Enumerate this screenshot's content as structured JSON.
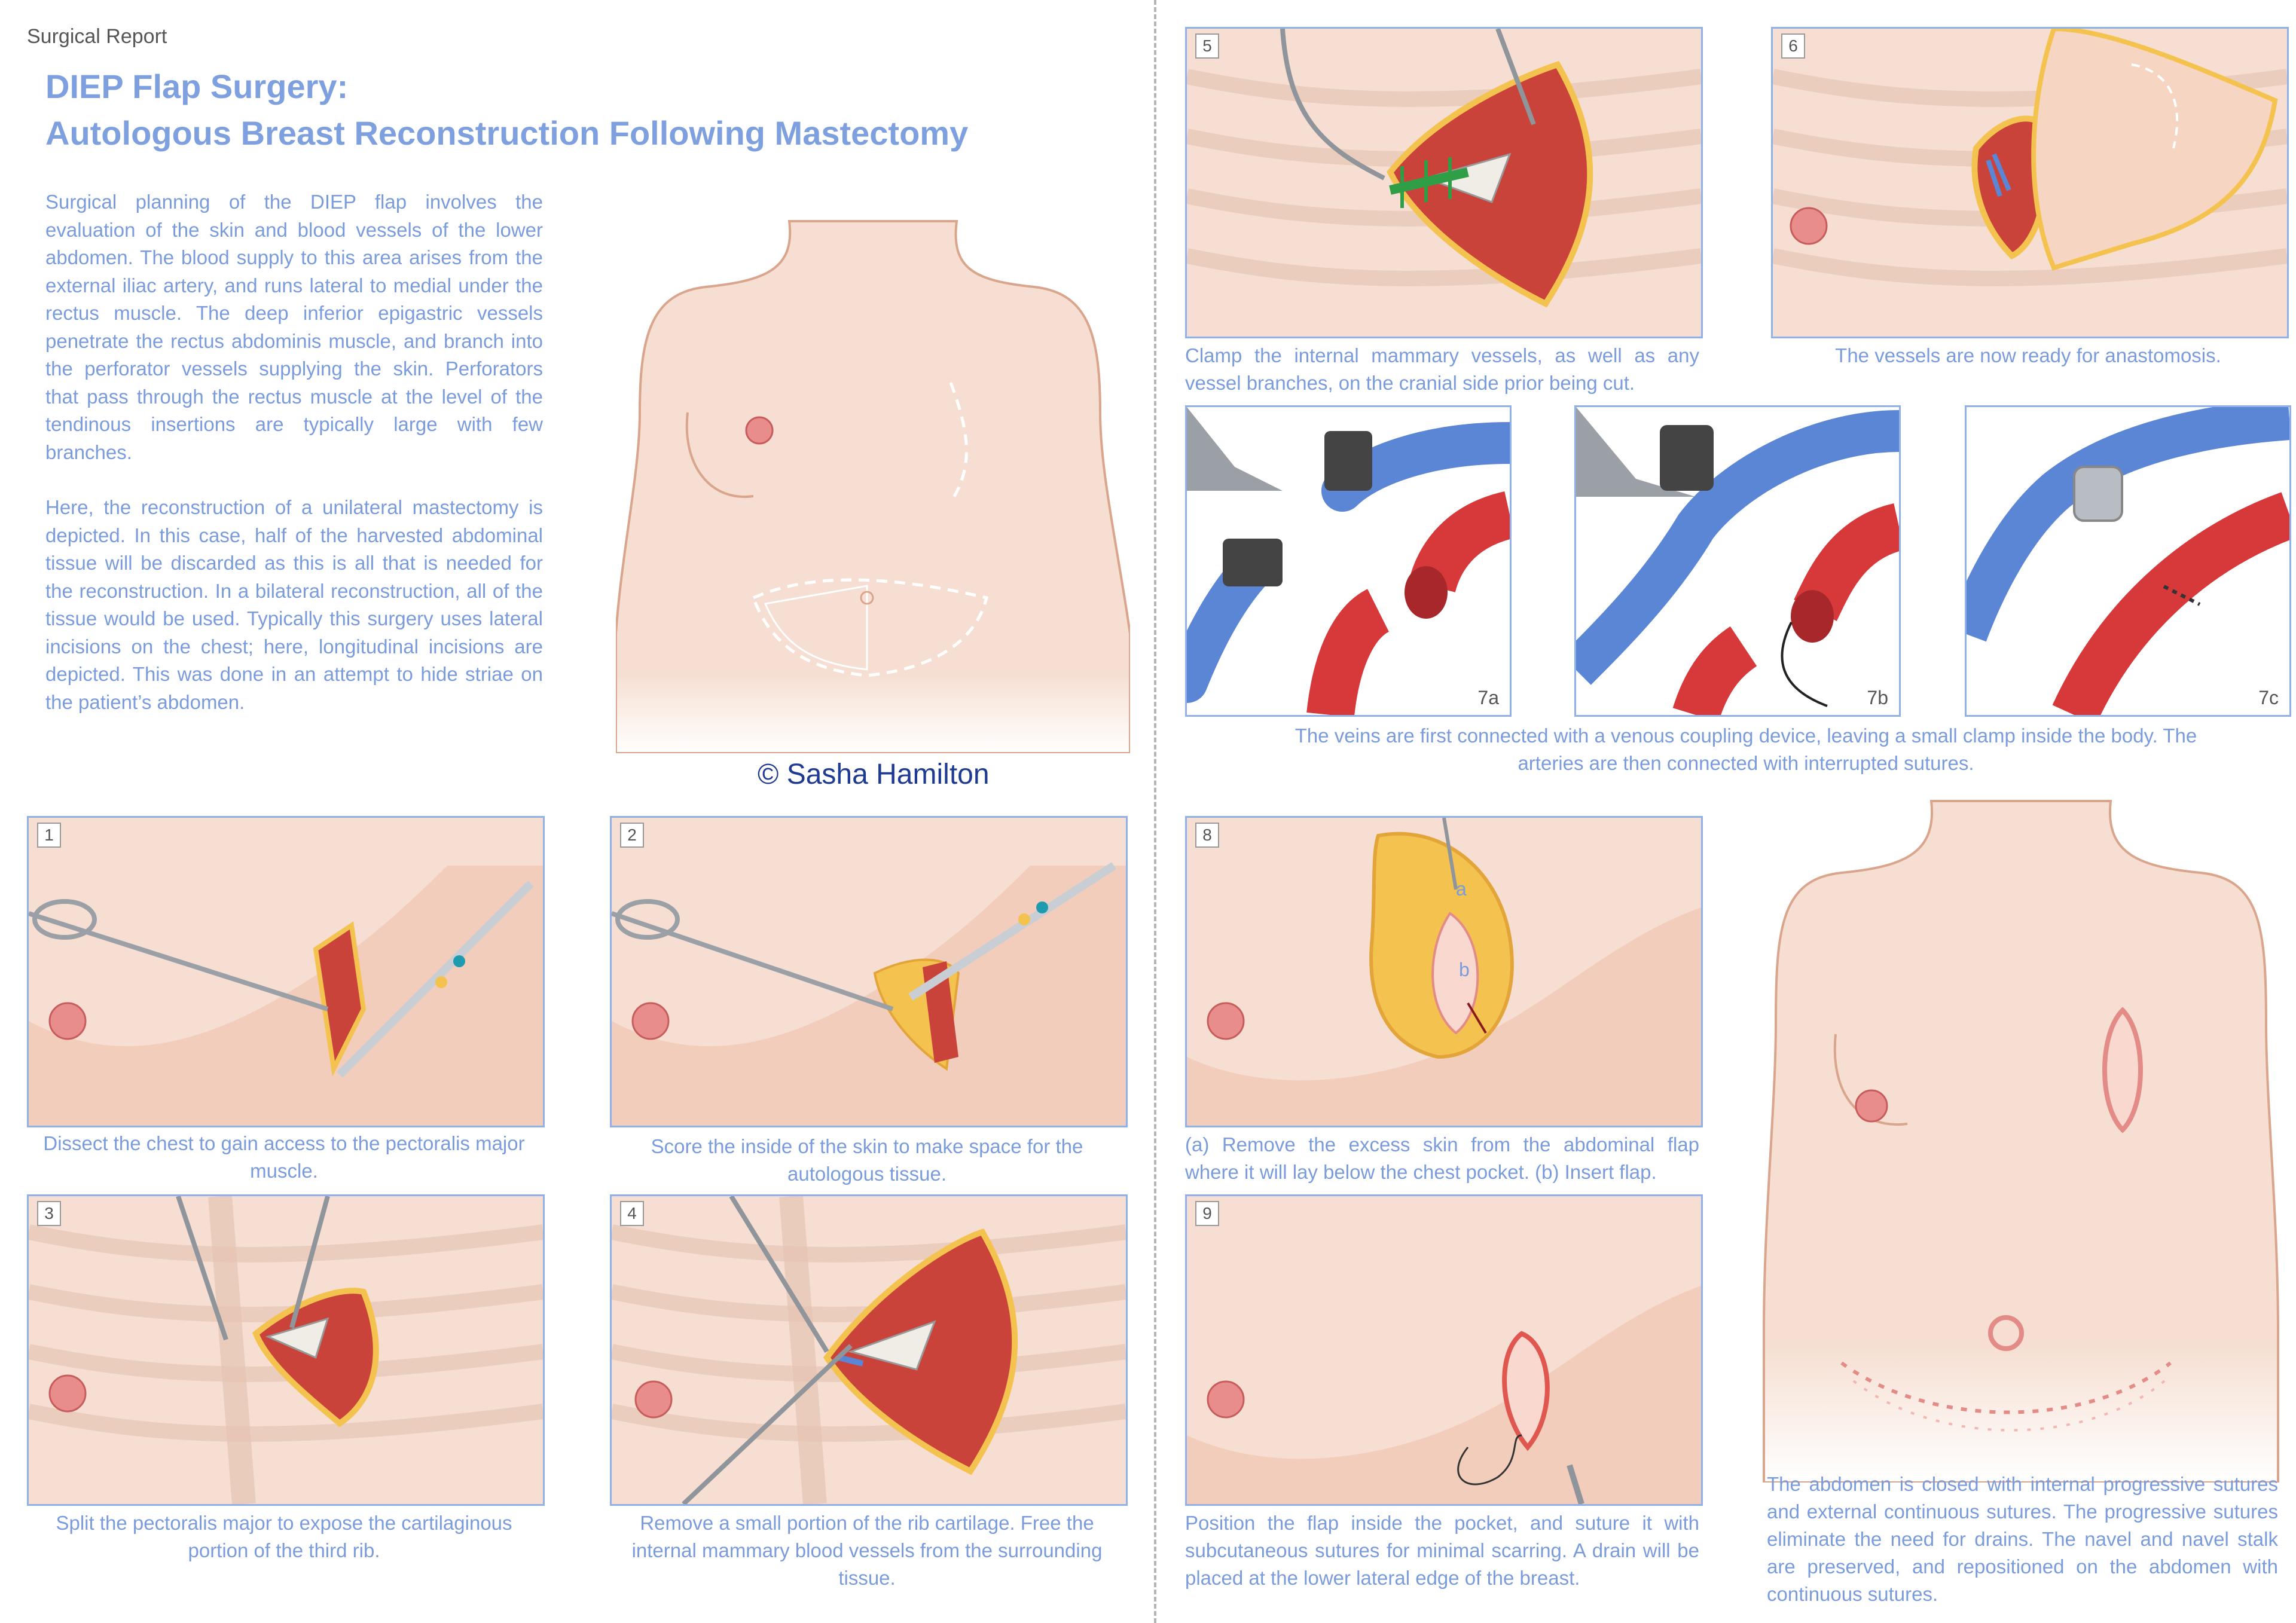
{
  "header": {
    "label": "Surgical Report",
    "title_line1": "DIEP Flap Surgery:",
    "title_line2": "Autologous Breast Reconstruction Following Mastectomy"
  },
  "intro": {
    "paragraph1": "Surgical planning of the DIEP flap involves the evaluation of the skin and blood vessels of the lower abdomen. The blood supply to this area arises from the external iliac artery, and runs lateral to medial under the rectus muscle. The deep inferior epigastric vessels penetrate the rectus abdominis muscle, and branch into the perforator vessels supplying the skin. Perforators that pass through the rectus muscle at the level of the tendinous insertions are typically large with few branches.",
    "paragraph2": "Here, the reconstruction of a unilateral mastectomy is depicted. In this case, half of the harvested abdominal tissue will be discarded as this is all that is needed for the reconstruction. In a bilateral reconstruction, all of the tissue would be used. Typically this surgery uses lateral incisions on the chest; here, longitudinal incisions are depicted. This was done in an attempt to hide striae on the patient’s abdomen."
  },
  "copyright": "© Sasha Hamilton",
  "panels": [
    {
      "num": "1",
      "caption": "Dissect the chest to gain access to the pectoralis major muscle."
    },
    {
      "num": "2",
      "caption": "Score the inside of the skin to make space for the autologous tissue."
    },
    {
      "num": "3",
      "caption": "Split the pectoralis major to expose the cartilaginous portion of the third rib."
    },
    {
      "num": "4",
      "caption": "Remove a small portion of the rib cartilage. Free the internal mammary blood vessels from the surrounding tissue."
    },
    {
      "num": "5",
      "caption": "Clamp the internal mammary vessels, as well as any vessel branches, on the cranial side prior being cut."
    },
    {
      "num": "6",
      "caption": "The vessels are now ready for anastomosis."
    },
    {
      "num": "7a",
      "caption": ""
    },
    {
      "num": "7b",
      "caption": ""
    },
    {
      "num": "7c",
      "caption": ""
    },
    {
      "num": "8",
      "caption": "(a) Remove the excess skin from the abdominal flap where it will lay below the chest pocket. (b) Insert flap.",
      "label_a": "a",
      "label_b": "b"
    },
    {
      "num": "9",
      "caption": "Position the flap inside the pocket, and suture it with subcutaneous sutures for minimal scarring. A drain will be placed at the lower lateral edge of the breast."
    }
  ],
  "caption_7": "The veins are first connected with a venous coupling device, leaving a small clamp inside the body. The arteries are then connected with interrupted sutures.",
  "final_caption": "The abdomen is closed with internal progressive sutures and external continuous sutures. The progressive sutures eliminate the need for drains. The navel and navel stalk are preserved, and repositioned on the abdomen with continuous sutures.",
  "colors": {
    "title": "#7fa0df",
    "text": "#7a9bdc",
    "border": "#8fb0e8",
    "skin": "#f6dfd2",
    "skin_outline": "#d9a58c",
    "muscle": "#c9433a",
    "fat": "#f4c34f",
    "vein": "#5b86d6",
    "artery": "#d7393b",
    "copyright": "#1f3a93"
  }
}
